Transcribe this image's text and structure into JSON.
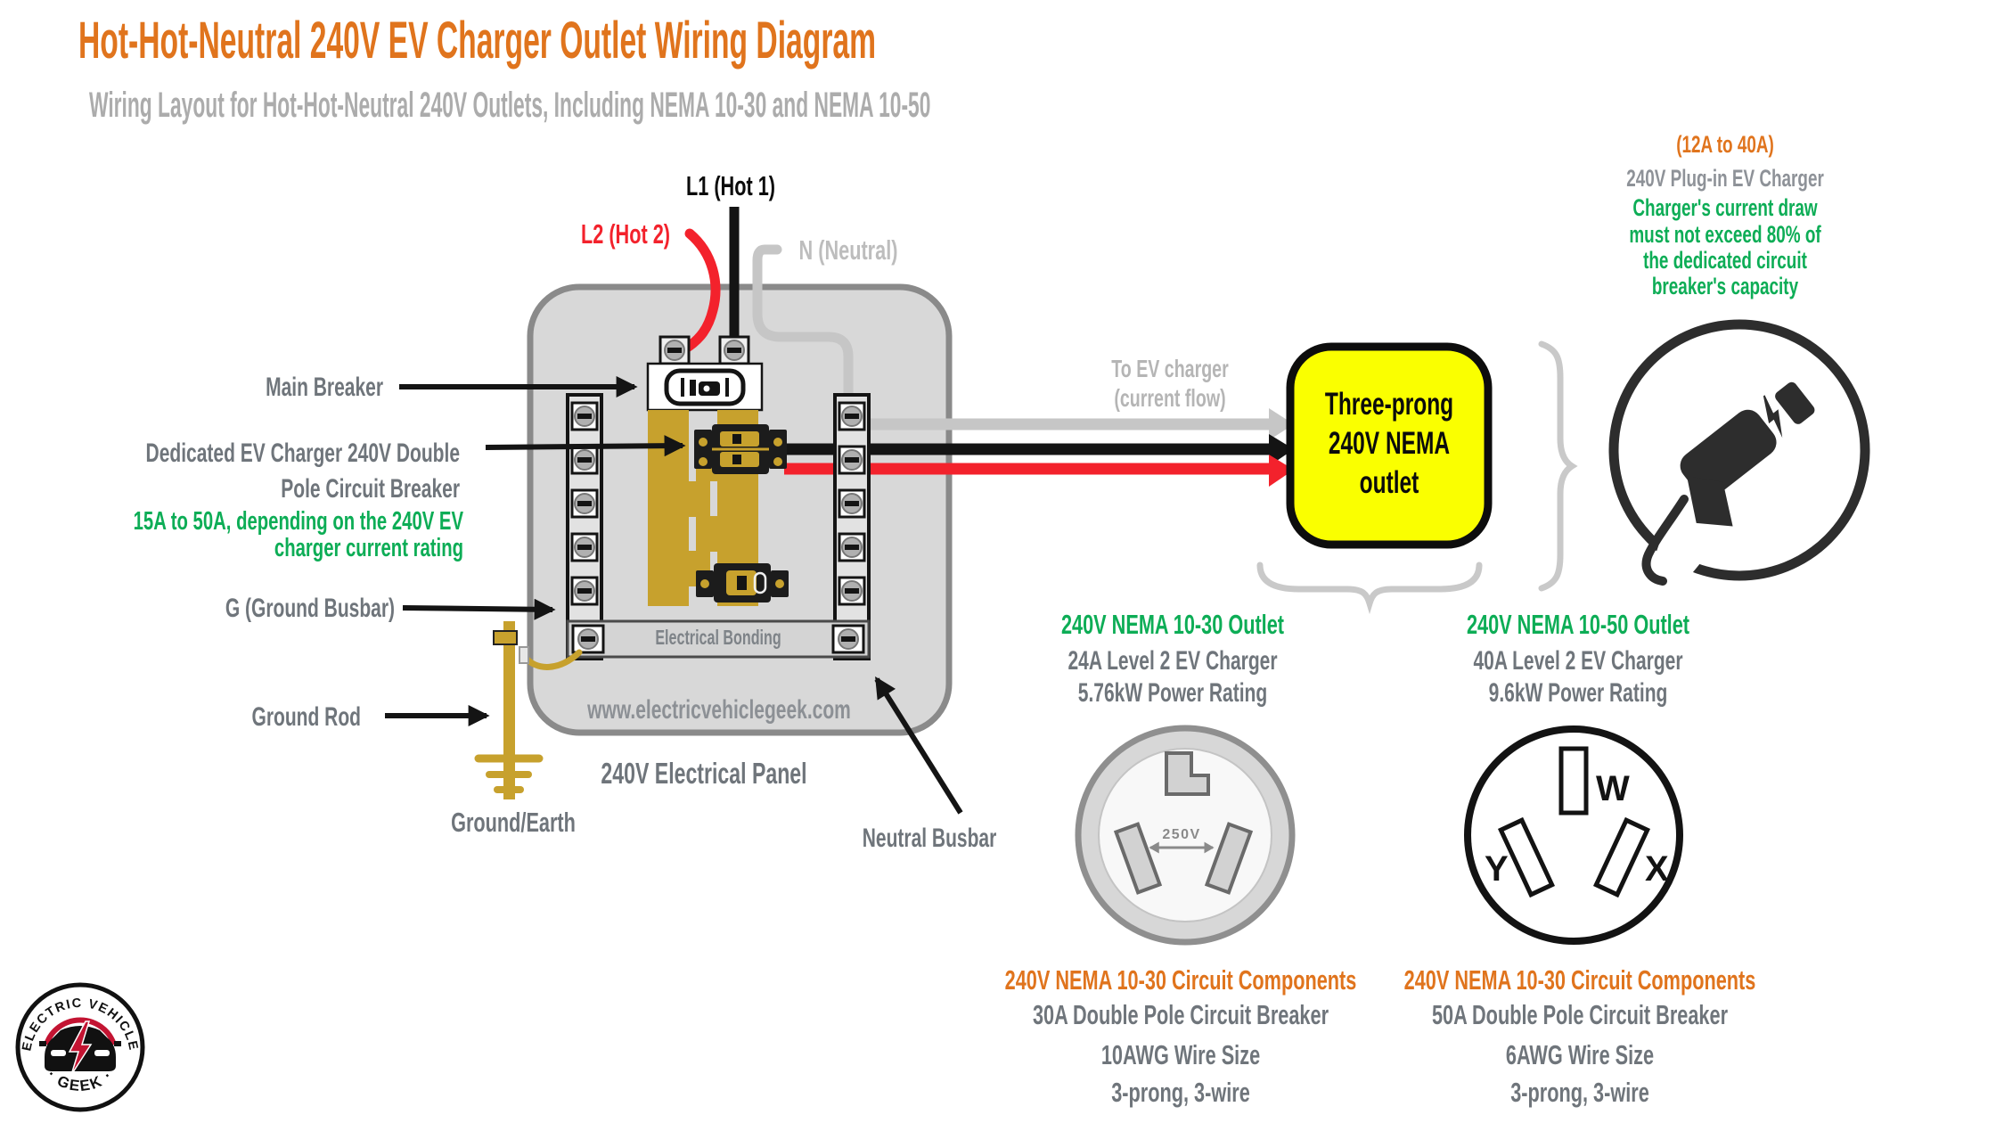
{
  "header": {
    "title": "Hot-Hot-Neutral 240V EV Charger Outlet Wiring Diagram",
    "subtitle": "Wiring Layout for Hot-Hot-Neutral 240V Outlets, Including NEMA 10-30 and NEMA 10-50"
  },
  "wires": {
    "l1": "L1 (Hot 1)",
    "l2": "L2 (Hot 2)",
    "neutral": "N (Neutral)"
  },
  "panel": {
    "main_breaker": "Main Breaker",
    "dedicated_line1": "Dedicated EV Charger 240V Double",
    "dedicated_line2": "Pole Circuit Breaker",
    "dedicated_note1": "15A to 50A, depending on the 240V EV",
    "dedicated_note2": "charger current rating",
    "ground_busbar": "G (Ground Busbar)",
    "ground_rod": "Ground Rod",
    "ground_earth": "Ground/Earth",
    "neutral_busbar": "Neutral Busbar",
    "electrical_bonding": "Electrical Bonding",
    "website": "www.electricvehiclegeek.com",
    "panel_name": "240V Electrical Panel"
  },
  "flow": {
    "to_ev_line1": "To EV charger",
    "to_ev_line2": "(current flow)",
    "outlet_box": [
      "Three-prong",
      "240V NEMA",
      "outlet"
    ]
  },
  "charger_info": {
    "amps": "(12A to 40A)",
    "name": "240V Plug-in EV Charger",
    "note": [
      "Charger's current draw",
      "must not exceed 80% of",
      "the dedicated circuit",
      "breaker's capacity"
    ]
  },
  "nema1030": {
    "title": "240V NEMA 10-30 Outlet",
    "line1": "24A Level 2 EV Charger",
    "line2": "5.76kW Power Rating",
    "voltage": "250V"
  },
  "nema1050": {
    "title": "240V NEMA 10-50 Outlet",
    "line1": "40A Level 2 EV Charger",
    "line2": "9.6kW Power Rating",
    "w": "W",
    "x": "X",
    "y": "Y"
  },
  "components1030": {
    "title": "240V NEMA 10-30 Circuit Components",
    "lines": [
      "30A Double Pole Circuit Breaker",
      "10AWG Wire Size",
      "3-prong, 3-wire"
    ]
  },
  "components1050": {
    "title": "240V NEMA 10-30 Circuit Components",
    "lines": [
      "50A Double Pole Circuit Breaker",
      "6AWG Wire Size",
      "3-prong, 3-wire"
    ]
  },
  "logo": {
    "top": "ELECTRIC VEHICLE",
    "bottom": "· GEEK ·"
  },
  "colors": {
    "orange": "#E0741D",
    "green": "#0DAD56",
    "red": "#F3222C",
    "gold": "#C7A12D",
    "yellow": "#FAFF00",
    "label_gray": "#6F757B",
    "light_gray": "#BDBDBD",
    "subtitle_gray": "#ACACAC",
    "panel_fill": "#D8D8D8",
    "panel_border": "#8A8A8A"
  }
}
